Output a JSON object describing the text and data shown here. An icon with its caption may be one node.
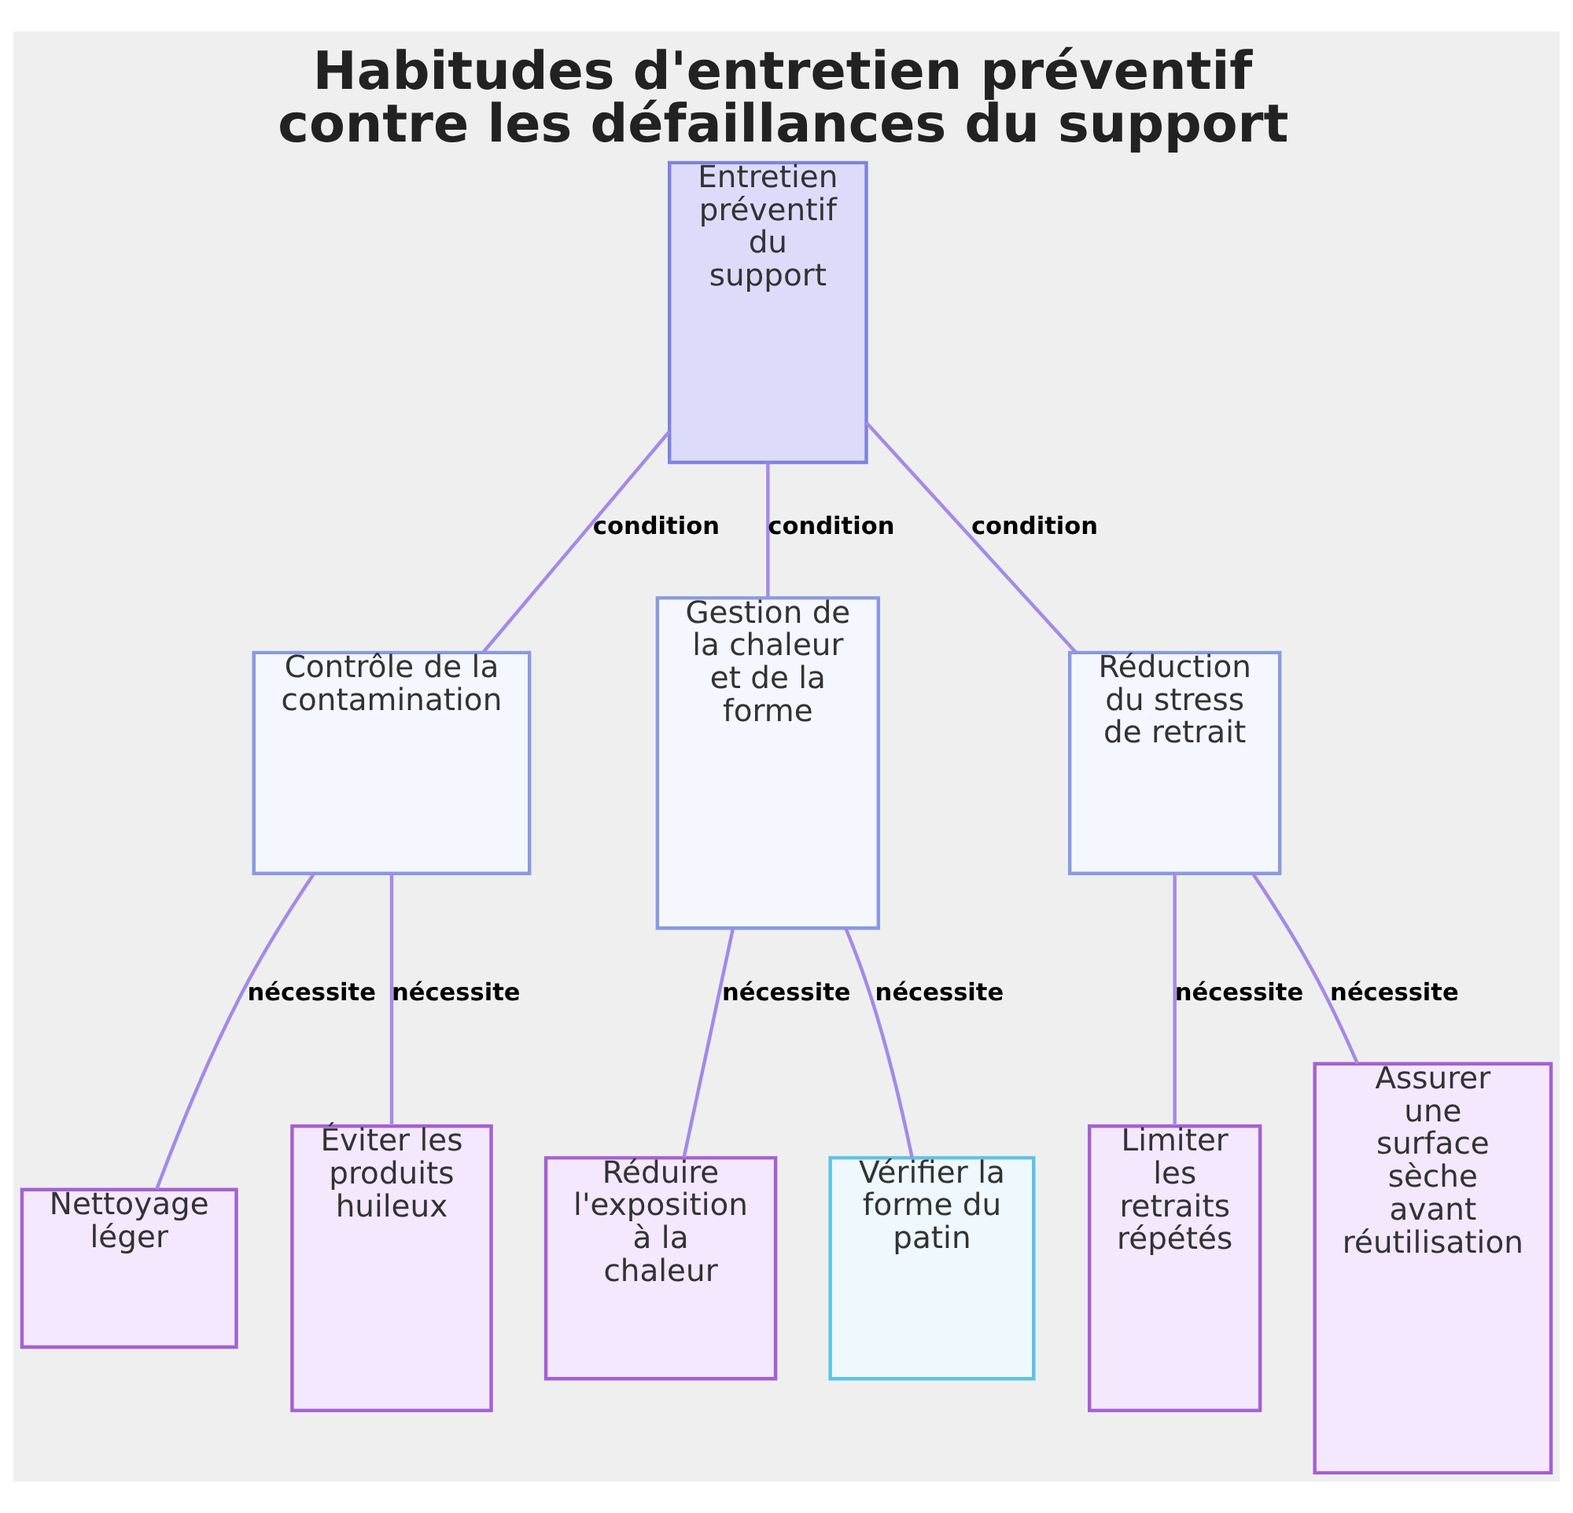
{
  "diagram": {
    "title": "Habitudes d'entretien préventif contre les défaillances du support",
    "nodes": [
      {
        "text": [
          "Entretien préventif du support"
        ]
      },
      {
        "text": [
          "Contrôle de la contamination"
        ]
      },
      {
        "text": [
          "Gestion de la chaleur et de la forme"
        ]
      },
      {
        "text": [
          "Réduction du stress de retrait"
        ]
      },
      {
        "text": [
          "Nettoyage léger"
        ]
      },
      {
        "text": [
          "Éviter les produits huileux"
        ]
      },
      {
        "text": [
          "Réduire l'exposition à la chaleur"
        ]
      },
      {
        "text": [
          "Vérifier la forme du patin"
        ]
      },
      {
        "text": [
          "Limiter les retraits répétés"
        ]
      },
      {
        "text": [
          "Assurer une surface sèche avant réutilisation"
        ]
      }
    ],
    "edges": [
      {
        "from": 0,
        "to": 1,
        "arrow": "none",
        "label": "condition"
      },
      {
        "from": 0,
        "to": 2,
        "arrow": "none",
        "label": "condition"
      },
      {
        "from": 0,
        "to": 3,
        "arrow": "none",
        "label": "condition"
      },
      {
        "from": 1,
        "to": 4,
        "arrow": "none",
        "label": "nécessite"
      },
      {
        "from": 1,
        "to": 5,
        "arrow": "none",
        "label": "nécessite"
      },
      {
        "from": 2,
        "to": 6,
        "arrow": "none",
        "label": "nécessite"
      },
      {
        "from": 2,
        "to": 7,
        "arrow": "none",
        "label": "nécessite"
      },
      {
        "from": 3,
        "to": 8,
        "arrow": "none",
        "label": "nécessite"
      },
      {
        "from": 3,
        "to": 9,
        "arrow": "none",
        "label": "nécessite"
      }
    ]
  }
}
